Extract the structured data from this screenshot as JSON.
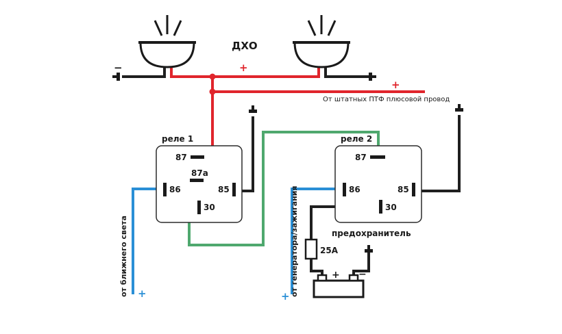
{
  "diagram": {
    "title": "ДХО",
    "lamp_positive_sign": "+",
    "ground_sign": "−",
    "ptf_wire_sign": "+",
    "ptf_wire_label": "От штатных ПТФ плюсовой провод",
    "relay1": {
      "label": "реле 1",
      "pin87": "87",
      "pin87a": "87а",
      "pin86": "86",
      "pin85": "85",
      "pin30": "30"
    },
    "relay2": {
      "label": "реле 2",
      "pin87": "87",
      "pin86": "86",
      "pin85": "85",
      "pin30": "30"
    },
    "fuse_label": "предохранитель",
    "fuse_rating": "25А",
    "low_beam_label": "от ближнего света",
    "low_beam_sign": "+",
    "generator_label": "от генератора/зажигания",
    "generator_sign": "+",
    "battery_plus": "+",
    "battery_minus": "−",
    "colors": {
      "positive_wire": "#e0252c",
      "ground_wire": "#1f1f1f",
      "control_wire": "#2a8fd6",
      "link_wire": "#4fa86e"
    }
  }
}
